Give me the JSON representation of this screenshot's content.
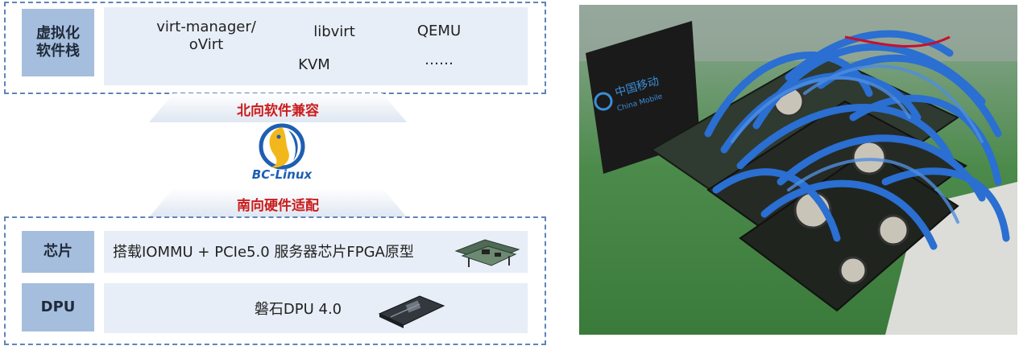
{
  "top_section": {
    "label": "虚拟化\n软件栈",
    "items": {
      "virt_manager": "virt-manager/\noVirt",
      "libvirt": "libvirt",
      "qemu": "QEMU",
      "kvm": "KVM",
      "more": "……"
    }
  },
  "north_band": "北向软件兼容",
  "logo_text": "BC-Linux",
  "south_band": "南向硬件适配",
  "chip_row": {
    "label": "芯片",
    "text": "搭载IOMMU + PCIe5.0 服务器芯片FPGA原型"
  },
  "dpu_row": {
    "label": "DPU",
    "text": "磐石DPU 4.0"
  },
  "photo": {
    "brand_text": "中国移动",
    "brand_text_en": "China Mobile"
  },
  "colors": {
    "dashed_border": "#5f84b8",
    "label_fill": "#a6bedd",
    "panel_fill": "#e7eef7",
    "band_text": "#cc1b1b",
    "logo_blue": "#1d5fb3",
    "cable_blue": "#2a6fd1",
    "board_green": "#3f8a3a"
  }
}
